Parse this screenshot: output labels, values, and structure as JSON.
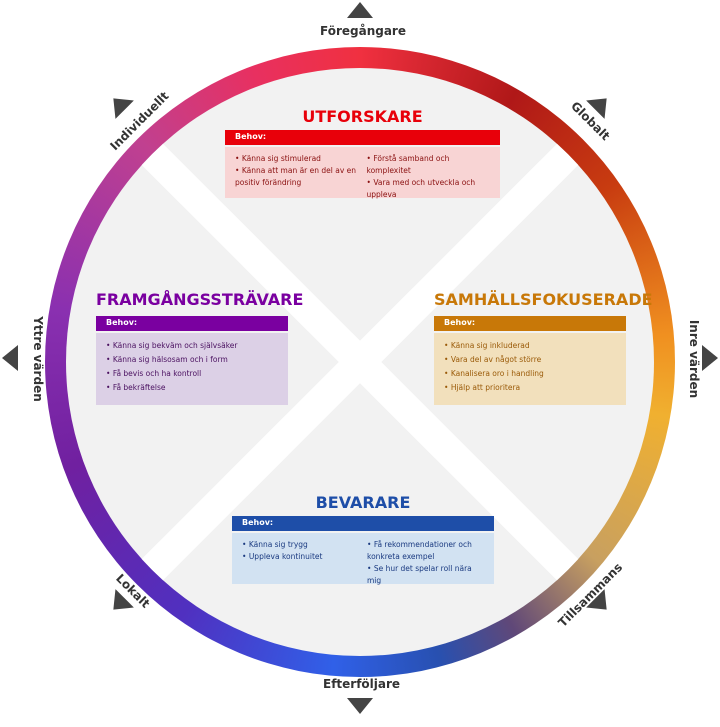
{
  "axes": {
    "top": "Föregångare",
    "top_right": "Globalt",
    "right": "Inre värden",
    "bottom_right": "Tillsammans",
    "bottom": "Efterföljare",
    "bottom_left": "Lokalt",
    "left": "Yttre värden",
    "top_left": "Individuellt"
  },
  "segments": {
    "utforskare": {
      "title": "UTFORSKARE",
      "header": "Behov:",
      "col1": [
        "Känna sig stimulerad",
        "Känna att man är en del av en positiv förändring"
      ],
      "col2": [
        "Förstå samband och komplexitet",
        "Vara med och utveckla och uppleva"
      ],
      "color": "#e8000a"
    },
    "framgang": {
      "title": "FRAMGÅNGSSTRÄVARE",
      "header": "Behov:",
      "items": [
        "Känna sig bekväm och självsäker",
        "Känna sig hälsosam och i form",
        "Få bevis och ha kontroll",
        "Få bekräftelse"
      ],
      "color": "#7a00a0"
    },
    "samhall": {
      "title": "SAMHÄLLSFOKUSERADE",
      "header": "Behov:",
      "items": [
        "Känna sig inkluderad",
        "Vara del av något större",
        "Kanalisera oro i handling",
        "Hjälp att prioritera"
      ],
      "color": "#c87808"
    },
    "bevarare": {
      "title": "BEVARARE",
      "header": "Behov:",
      "col1": [
        "Känna sig trygg",
        "Uppleva kontinuitet"
      ],
      "col2": [
        "Få rekommendationer och konkreta exempel",
        "Se hur det spelar roll nära mig"
      ],
      "color": "#1e4ea8"
    }
  }
}
